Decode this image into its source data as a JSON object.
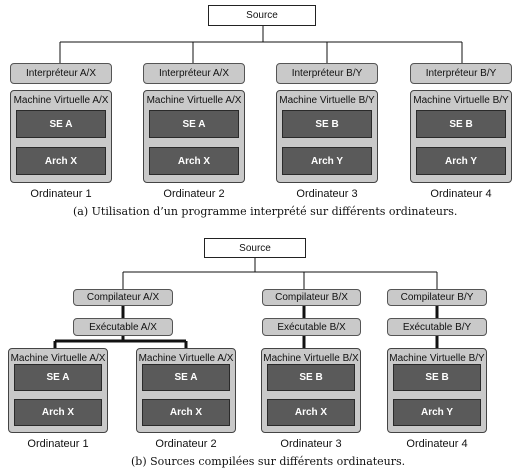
{
  "diagram_a": {
    "source_label": "Source",
    "interpreters": [
      "Interpréteur A/X",
      "Interpréteur A/X",
      "Interpréteur B/Y",
      "Interpréteur B/Y"
    ],
    "machines": [
      {
        "vm": "Machine Virtuelle A/X",
        "se": "SE A",
        "arch": "Arch X",
        "name": "Ordinateur 1"
      },
      {
        "vm": "Machine Virtuelle A/X",
        "se": "SE A",
        "arch": "Arch X",
        "name": "Ordinateur 2"
      },
      {
        "vm": "Machine Virtuelle B/Y",
        "se": "SE B",
        "arch": "Arch Y",
        "name": "Ordinateur 3"
      },
      {
        "vm": "Machine Virtuelle B/Y",
        "se": "SE B",
        "arch": "Arch Y",
        "name": "Ordinateur 4"
      }
    ],
    "caption": "(a) Utilisation d’un programme interprété sur différents ordinateurs."
  },
  "diagram_b": {
    "source_label": "Source",
    "compilers": [
      "Compilateur A/X",
      "Compilateur B/X",
      "Compilateur B/Y"
    ],
    "executables": [
      "Exécutable A/X",
      "Exécutable B/X",
      "Exécutable B/Y"
    ],
    "machines": [
      {
        "vm": "Machine Virtuelle A/X",
        "se": "SE A",
        "arch": "Arch X",
        "name": "Ordinateur 1"
      },
      {
        "vm": "Machine Virtuelle A/X",
        "se": "SE A",
        "arch": "Arch X",
        "name": "Ordinateur 2"
      },
      {
        "vm": "Machine Virtuelle B/X",
        "se": "SE B",
        "arch": "Arch X",
        "name": "Ordinateur 3"
      },
      {
        "vm": "Machine Virtuelle B/Y",
        "se": "SE B",
        "arch": "Arch Y",
        "name": "Ordinateur 4"
      }
    ],
    "caption": "(b) Sources compilées sur différents ordinateurs."
  }
}
